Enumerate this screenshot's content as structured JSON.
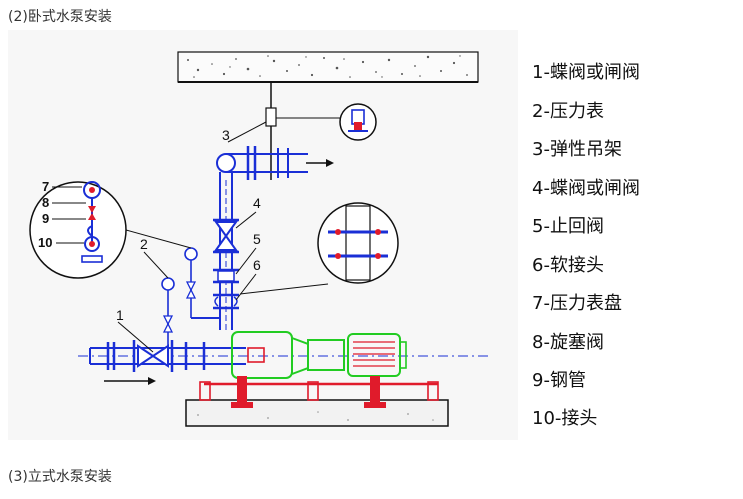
{
  "headings": {
    "top": "(2)卧式水泵安装",
    "bottom": "(3)立式水泵安装"
  },
  "legend": [
    {
      "label": "1-蝶阀或闸阀"
    },
    {
      "label": "2-压力表"
    },
    {
      "label": "3-弹性吊架"
    },
    {
      "label": "4-蝶阀或闸阀"
    },
    {
      "label": "5-止回阀"
    },
    {
      "label": "6-软接头"
    },
    {
      "label": "7-压力表盘"
    },
    {
      "label": "8-旋塞阀"
    },
    {
      "label": "9-钢管"
    },
    {
      "label": "10-接头"
    }
  ],
  "callouts": {
    "c1": "1",
    "c2": "2",
    "c3": "3",
    "c4": "4",
    "c5": "5",
    "c6": "6"
  },
  "inset": {
    "n7": "7",
    "n8": "8",
    "n9": "9",
    "n10": "10"
  },
  "colors": {
    "pipe": "#1a2fd6",
    "pump": "#22cc22",
    "support": "#e01b2b",
    "line": "#111111"
  }
}
